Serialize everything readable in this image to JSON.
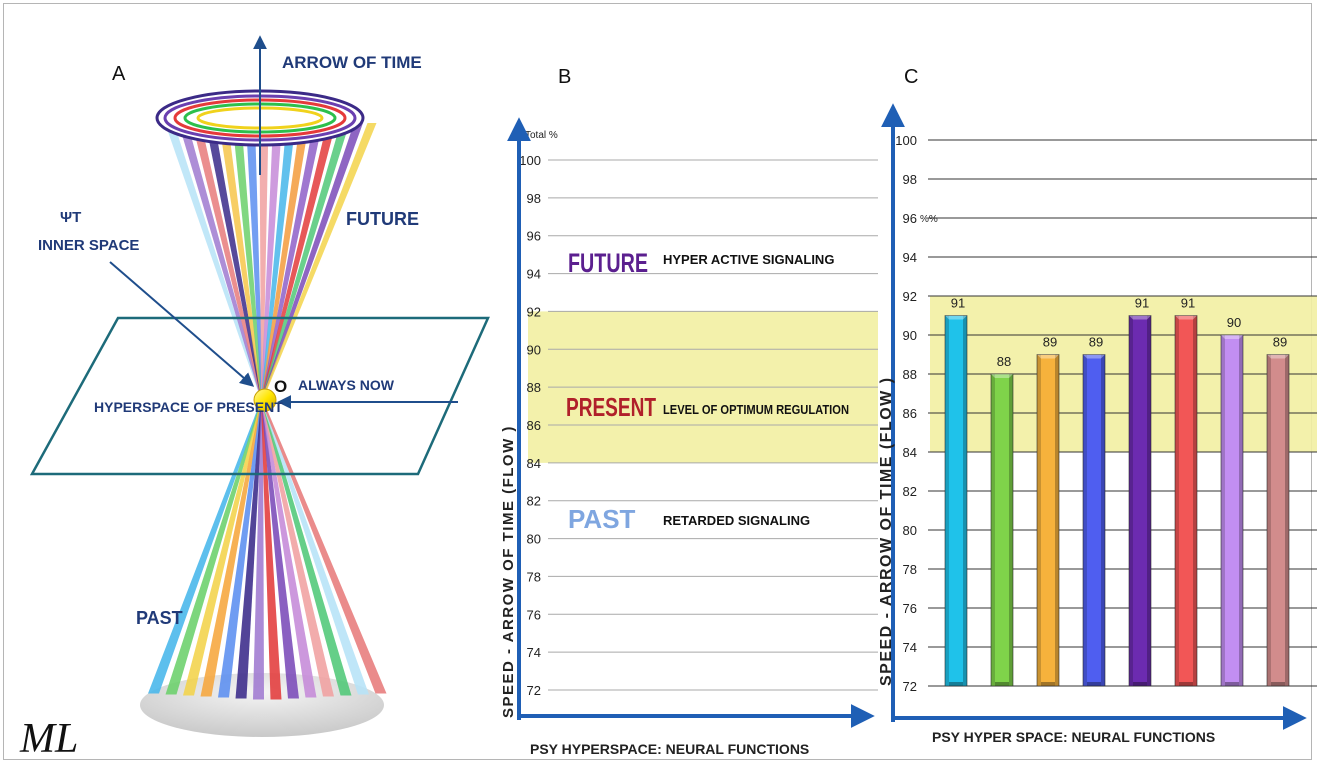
{
  "panels": {
    "a": {
      "letter": "A",
      "labels": {
        "arrow_of_time": "ARROW OF TIME",
        "future": "FUTURE",
        "psi_t": "ΨT",
        "inner_space": "INNER SPACE",
        "origin": "O",
        "always_now": "ALWAYS NOW",
        "hyperspace_of_present": "HYPERSPACE OF PRESENT",
        "past": "PAST"
      },
      "signature": "ML",
      "colors": {
        "axis": "#1f4e8c",
        "plane": "#1d6b7a",
        "dot": "#ffe600",
        "text": "#203a78"
      }
    },
    "b": {
      "letter": "B",
      "ylabel": "SPEED  -  ARROW  OF  TIME  (FLOW )",
      "xlabel": "PSY HYPERSPACE:  NEURAL FUNCTIONS",
      "total_label": "Total %",
      "y_ticks": [
        100,
        98,
        96,
        94,
        92,
        90,
        88,
        86,
        84,
        82,
        80,
        78,
        76,
        74,
        72
      ],
      "band": [
        84,
        92
      ],
      "zones": [
        {
          "key": "future",
          "title": "FUTURE",
          "desc": "HYPER ACTIVE SIGNALING",
          "color": "#5b1f8f"
        },
        {
          "key": "present",
          "title": "PRESENT",
          "desc": "LEVEL OF OPTIMUM REGULATION",
          "color": "#b0202a"
        },
        {
          "key": "past",
          "title": "PAST",
          "desc": "RETARDED  SIGNALING",
          "color": "#7fa6e0"
        }
      ]
    },
    "c": {
      "letter": "C",
      "ylabel": "SPEED  -  ARROW  OF  TIME  (FLOW )",
      "xlabel": "PSY HYPER SPACE:  NEURAL FUNCTIONS",
      "pct_label": "%%"
    }
  },
  "chart_data": {
    "type": "bar",
    "values": [
      91,
      88,
      89,
      89,
      91,
      91,
      90,
      89
    ],
    "colors": [
      "#1fc2ea",
      "#7fd34a",
      "#f6b23c",
      "#4f5ef0",
      "#6c2bb0",
      "#f25656",
      "#c28ef2",
      "#d28c8c"
    ],
    "ylim": [
      72,
      100
    ],
    "y_ticks": [
      100,
      98,
      96,
      94,
      92,
      90,
      88,
      86,
      84,
      82,
      80,
      78,
      76,
      74,
      72
    ],
    "xlabel": "PSY HYPER SPACE:  NEURAL FUNCTIONS",
    "ylabel": "SPEED  -  ARROW  OF  TIME  (FLOW )",
    "band": [
      84,
      92
    ],
    "band_color": "#f2efa2",
    "grid": true
  }
}
